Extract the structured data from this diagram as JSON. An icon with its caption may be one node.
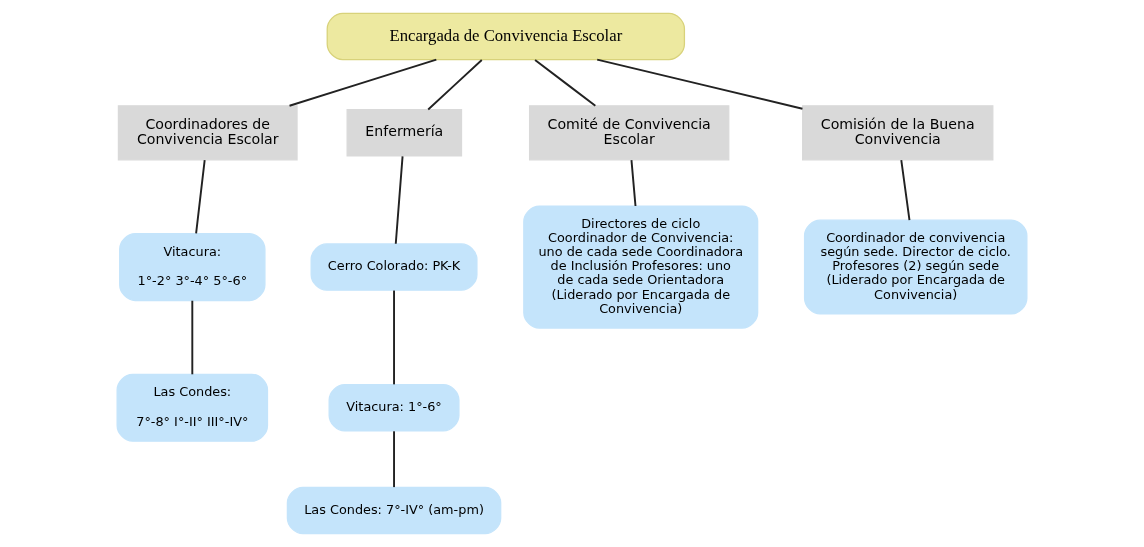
{
  "diagram": {
    "nodes": [
      {
        "text": [
          "Encargada de Convivencia Escolar"
        ]
      },
      {
        "text": [
          "Coordinadores de Convivencia Escolar"
        ]
      },
      {
        "text": [
          "Enfermería"
        ]
      },
      {
        "text": [
          "Comité de Convivencia Escolar"
        ]
      },
      {
        "text": [
          "Comisión de la Buena Convivencia"
        ]
      },
      {
        "text": [
          "Vitacura:",
          "1°-2° 3°-4° 5°-6°"
        ]
      },
      {
        "text": [
          "Las Condes:",
          "7°-8° I°-II° III°-IV°"
        ]
      },
      {
        "text": [
          "Cerro Colorado: PK-K"
        ]
      },
      {
        "text": [
          "Vitacura: 1°-6°"
        ]
      },
      {
        "text": [
          "Las Condes: 7°-IV° (am-pm)"
        ]
      },
      {
        "text": [
          "Directores de ciclo Coordinador de Convivencia: uno de cada sede Coordinadora de Inclusión Profesores: uno de cada sede Orientadora (Liderado por Encargada de Convivencia)"
        ]
      },
      {
        "text": [
          "Coordinador de convivencia según sede. Director de ciclo. Profesores (2) según sede (Liderado por Encargada de Convivencia)"
        ]
      }
    ],
    "edges": [
      {
        "from": 0,
        "to": 1,
        "arrow": "none"
      },
      {
        "from": 0,
        "to": 2,
        "arrow": "none"
      },
      {
        "from": 0,
        "to": 3,
        "arrow": "none"
      },
      {
        "from": 0,
        "to": 4,
        "arrow": "none"
      },
      {
        "from": 1,
        "to": 5,
        "arrow": "none"
      },
      {
        "from": 5,
        "to": 6,
        "arrow": "none"
      },
      {
        "from": 2,
        "to": 7,
        "arrow": "none"
      },
      {
        "from": 7,
        "to": 8,
        "arrow": "none"
      },
      {
        "from": 8,
        "to": 9,
        "arrow": "none"
      },
      {
        "from": 3,
        "to": 10,
        "arrow": "none"
      },
      {
        "from": 4,
        "to": 11,
        "arrow": "none"
      }
    ]
  }
}
